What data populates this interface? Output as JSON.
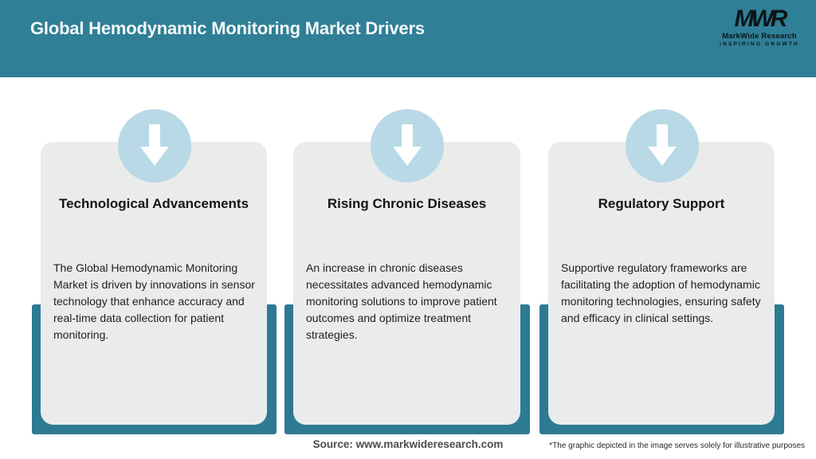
{
  "header": {
    "title": "Global Hemodynamic Monitoring Market Drivers"
  },
  "logo": {
    "monogram": "MWR",
    "name": "MarkWide Research",
    "tagline": "INSPIRING GROWTH"
  },
  "cards": [
    {
      "icon": "arrow-down-icon",
      "title": "Technological Advancements",
      "body": "The Global Hemodynamic Monitoring Market is driven by innovations in sensor technology that enhance accuracy and real-time data collection for patient monitoring."
    },
    {
      "icon": "arrow-down-icon",
      "title": "Rising Chronic Diseases",
      "body": "An increase in chronic diseases necessitates advanced hemodynamic monitoring solutions to improve patient outcomes and optimize treatment strategies."
    },
    {
      "icon": "arrow-down-icon",
      "title": "Regulatory Support",
      "body": "Supportive regulatory frameworks are facilitating the adoption of hemodynamic monitoring technologies, ensuring safety and efficacy in clinical settings."
    }
  ],
  "footer": {
    "source": "Source: www.markwideresearch.com",
    "disclaimer": "*The graphic depicted in the image serves solely for illustrative purposes"
  },
  "colors": {
    "header_teal": "#2f7f96",
    "band_teal": "#2d7a93",
    "card_gray": "#e9eceb",
    "circle_blue": "#b9d9e6",
    "arrow_white": "#ffffff",
    "title_white": "#f4f8f9",
    "heading_dark": "#141414",
    "body_dark": "#1f1f1f",
    "source_gray": "#4d4d4d",
    "logo_black": "#0c1518"
  }
}
